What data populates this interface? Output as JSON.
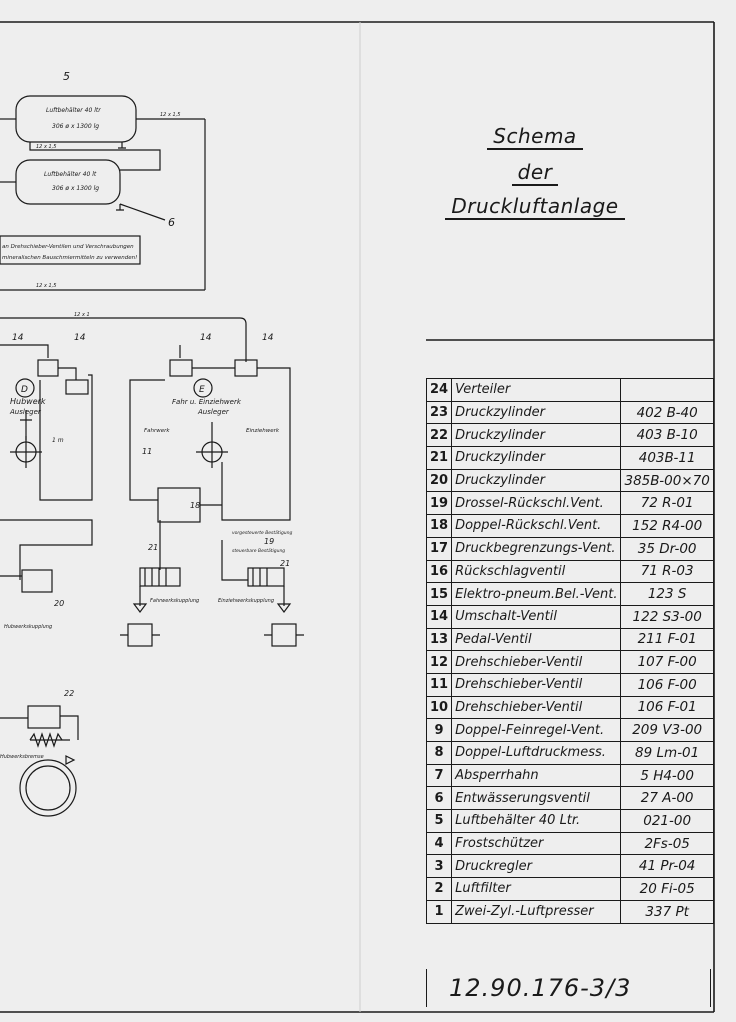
{
  "title": {
    "line1": "Schema",
    "line2": "der",
    "line3": "Druckluftanlage"
  },
  "diagram_labels": {
    "reservoir_upper": "Luftbehälter 40 ltr",
    "reservoir_upper_dim": "306 ø x 1300 lg",
    "reservoir_lower": "Luftbehälter 40 lt",
    "reservoir_lower_dim": "306 ø x 1300 lg",
    "note_line1": "an Drehschieber-Ventilen und Verschraubungen",
    "note_line2": "mineralischen Bauschmiermitteln zu verwenden!",
    "pipe_a": "12 x 1,5",
    "pipe_b": "12 x 1,5",
    "pipe_c": "12 x 1,5",
    "pipe_d": "12 x 1",
    "hubwerk": "Hubwerk",
    "hubwerk_ausleger": "Ausleger",
    "fahr_einzieh": "Fahr u. Einziehwerk",
    "fahr_ausleger": "Ausleger",
    "fahrwerk": "Fahrwerk",
    "einziehwerk": "Einziehwerk",
    "fahrwerkskupplung": "Fahrwerkskupplung",
    "einziehwerkskupplung": "Einziehwerkskupplung",
    "hubwerkskupplung": "Hubwerkskupplung",
    "hubwerksbremse": "Hubwerksbremse",
    "vorgesteuerte": "vorgesteuerte Bestätigung",
    "steuerbare": "steuerbare Bestätigung",
    "circle_d": "D",
    "circle_e": "E",
    "n5": "5",
    "n6": "6",
    "n14a": "14",
    "n14b": "14",
    "n14c": "14",
    "n14d": "14",
    "n11": "11",
    "n18": "18",
    "n19": "19",
    "n20": "20",
    "n21a": "21",
    "n21b": "21",
    "n22": "22",
    "n1m": "1 m"
  },
  "parts": [
    {
      "pos": "24",
      "name": "Verteiler",
      "num": ""
    },
    {
      "pos": "23",
      "name": "Druckzylinder",
      "num": "402 B-40"
    },
    {
      "pos": "22",
      "name": "Druckzylinder",
      "num": "403 B-10"
    },
    {
      "pos": "21",
      "name": "Druckzylinder",
      "num": "403B-11"
    },
    {
      "pos": "20",
      "name": "Druckzylinder",
      "num": "385B-00×70"
    },
    {
      "pos": "19",
      "name": "Drossel-Rückschl.Vent.",
      "num": "72 R-01"
    },
    {
      "pos": "18",
      "name": "Doppel-Rückschl.Vent.",
      "num": "152 R4-00"
    },
    {
      "pos": "17",
      "name": "Druckbegrenzungs-Vent.",
      "num": "35 Dr-00"
    },
    {
      "pos": "16",
      "name": "Rückschlagventil",
      "num": "71 R-03"
    },
    {
      "pos": "15",
      "name": "Elektro-pneum.Bel.-Vent.",
      "num": "123 S"
    },
    {
      "pos": "14",
      "name": "Umschalt-Ventil",
      "num": "122 S3-00"
    },
    {
      "pos": "13",
      "name": "Pedal-Ventil",
      "num": "211 F-01"
    },
    {
      "pos": "12",
      "name": "Drehschieber-Ventil",
      "num": "107 F-00"
    },
    {
      "pos": "11",
      "name": "Drehschieber-Ventil",
      "num": "106 F-00"
    },
    {
      "pos": "10",
      "name": "Drehschieber-Ventil",
      "num": "106 F-01"
    },
    {
      "pos": "9",
      "name": "Doppel-Feinregel-Vent.",
      "num": "209 V3-00"
    },
    {
      "pos": "8",
      "name": "Doppel-Luftdruckmess.",
      "num": "89 Lm-01"
    },
    {
      "pos": "7",
      "name": "Absperrhahn",
      "num": "5 H4-00"
    },
    {
      "pos": "6",
      "name": "Entwässerungsventil",
      "num": "27 A-00"
    },
    {
      "pos": "5",
      "name": "Luftbehälter 40 Ltr.",
      "num": "021-00"
    },
    {
      "pos": "4",
      "name": "Frostschützer",
      "num": "2Fs-05"
    },
    {
      "pos": "3",
      "name": "Druckregler",
      "num": "41 Pr-04"
    },
    {
      "pos": "2",
      "name": "Luftfilter",
      "num": "20 Fi-05"
    },
    {
      "pos": "1",
      "name": "Zwei-Zyl.-Luftpresser",
      "num": "337 Pt"
    }
  ],
  "drawing_number": "12.90.176-3/3"
}
